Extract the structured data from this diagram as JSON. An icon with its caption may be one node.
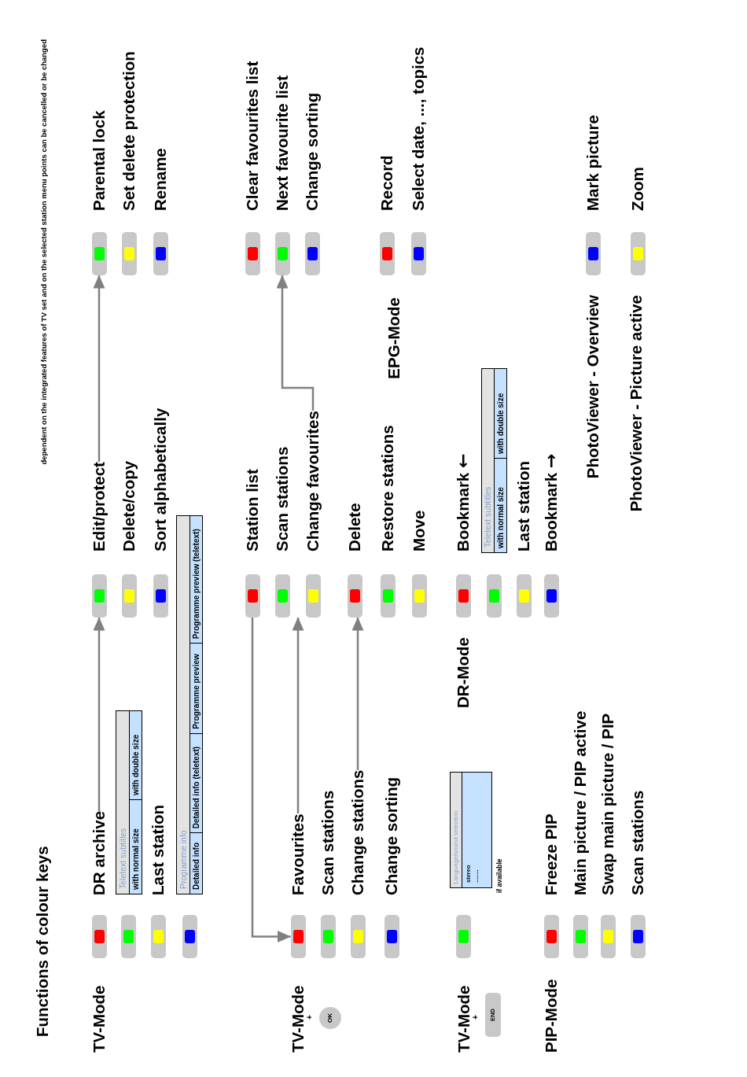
{
  "diagram": {
    "title": "Functions of colour keys",
    "nodes": [
      {
        "text": [],
        "shape": "button"
      },
      {
        "text": [
          "DR archive"
        ]
      },
      {
        "text": [],
        "shape": "button"
      },
      {
        "text": [
          "Teletext subtitles",
          "with normal size",
          "with double size"
        ]
      },
      {
        "text": [],
        "shape": "button"
      },
      {
        "text": [],
        "shape": "button"
      },
      {
        "text": [
          "Programme info",
          "Detailed info",
          "Detailed info (teletext)",
          "Programme preview",
          "Programme preview (teletext)"
        ]
      },
      {
        "text": [],
        "shape": "button"
      },
      {
        "text": [
          "Edit/protect"
        ]
      },
      {
        "text": [],
        "shape": "button",
        "beside": [
          "Delete/copy"
        ]
      },
      {
        "text": [],
        "shape": "button"
      },
      {
        "text": [],
        "shape": "button",
        "beside": [
          "Parental lock"
        ]
      },
      {
        "text": [],
        "shape": "button",
        "beside": [
          "Set delete protection"
        ]
      },
      {
        "text": [],
        "shape": "button",
        "beside": [
          "Rename"
        ]
      },
      {
        "text": [
          "OK"
        ]
      },
      {
        "text": [],
        "shape": "button"
      },
      {
        "text": [
          "Favourites"
        ]
      },
      {
        "text": [],
        "shape": "button",
        "beside": [
          "Scan stations"
        ]
      },
      {
        "text": [],
        "shape": "button"
      },
      {
        "text": [
          "Change stations"
        ]
      },
      {
        "text": [],
        "shape": "button",
        "beside": [
          "Change sorting"
        ]
      },
      {
        "text": [],
        "shape": "button",
        "beside": [
          "Station list"
        ]
      },
      {
        "text": [],
        "shape": "button",
        "beside": [
          "Scan stations"
        ]
      },
      {
        "text": [],
        "shape": "button"
      },
      {
        "text": [
          "Change favourites"
        ]
      },
      {
        "text": [],
        "shape": "button",
        "beside": [
          "Delete"
        ]
      },
      {
        "text": [],
        "shape": "button",
        "beside": [
          "Restore stations"
        ]
      },
      {
        "text": [],
        "shape": "button",
        "beside": [
          "Move"
        ]
      },
      {
        "text": [],
        "shape": "button",
        "beside": [
          "Clear favourites list"
        ]
      },
      {
        "text": [],
        "shape": "button",
        "beside": [
          "Next favourite list"
        ]
      },
      {
        "text": [],
        "shape": "button",
        "beside": [
          "Change sorting"
        ]
      },
      {
        "text": [],
        "shape": "button",
        "beside": [
          "Record"
        ]
      },
      {
        "text": [],
        "shape": "button",
        "beside": [
          "Select date, ..., topics"
        ]
      },
      {
        "text": [
          "END"
        ]
      },
      {
        "text": [],
        "shape": "button"
      },
      {
        "text": [
          "Language/sound selection",
          "stereo",
          "........"
        ],
        "beside": [
          "if available"
        ]
      },
      {
        "text": [],
        "shape": "button"
      },
      {
        "text": [],
        "shape": "button"
      },
      {
        "text": [
          "Teletext subtitles",
          "with normal size",
          "with double size"
        ]
      },
      {
        "text": [],
        "shape": "button"
      },
      {
        "text": [],
        "shape": "button",
        "beside": [
          "Bookmark →"
        ]
      },
      {
        "text": [],
        "shape": "button",
        "beside": [
          "Mark picture"
        ]
      },
      {
        "text": [],
        "shape": "button",
        "beside": [
          "Zoom"
        ]
      },
      {
        "text": [],
        "shape": "button",
        "beside": [
          "Freeze PIP"
        ]
      },
      {
        "text": [],
        "shape": "button",
        "beside": [
          "Main picture / PIP active"
        ]
      },
      {
        "text": [],
        "shape": "button",
        "beside": [
          "Swap main picture / PIP"
        ]
      },
      {
        "text": [],
        "shape": "button",
        "beside": [
          "Scan stations"
        ]
      }
    ],
    "edges": [
      {
        "from": 1,
        "to": 7,
        "arrow": "to"
      },
      {
        "from": 8,
        "to": 11,
        "arrow": "to"
      },
      {
        "from": 21,
        "to": 15,
        "arrow": "to"
      },
      {
        "from": 16,
        "to": 22,
        "arrow": "to"
      },
      {
        "from": 19,
        "to": 25,
        "arrow": "to"
      },
      {
        "from": 24,
        "to": 29,
        "arrow": "to"
      }
    ],
    "labels": [
      "dependent on the integrated features of TV set and on the selected station menu points can be cancelled or be changed",
      "TV-Mode",
      "Last station",
      "Sort alphabetically",
      "TV-Mode",
      "+",
      "EPG-Mode",
      "TV-Mode",
      "DR-Mode",
      "Bookmark ←",
      "+",
      "Last station",
      "PIP-Mode",
      "PhotoViewer - Overview",
      "PhotoViewer - Picture active"
    ]
  }
}
